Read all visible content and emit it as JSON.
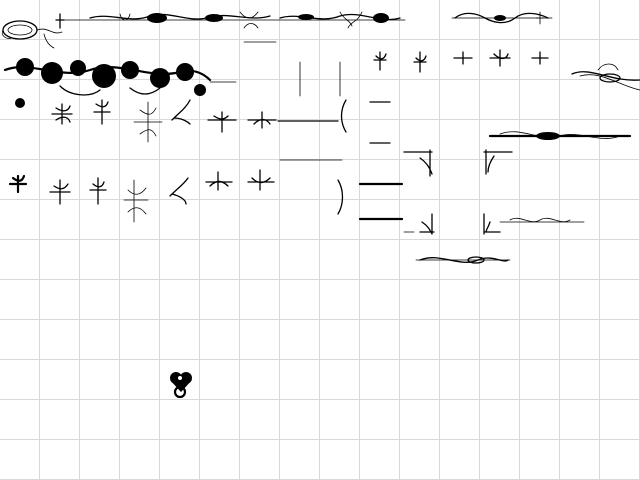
{
  "canvas": {
    "background_color": "#ffffff",
    "grid_color": "#d9d9d9",
    "ink_color": "#000000"
  },
  "ornaments": [
    "oval-cartouche-ornament",
    "top-scroll-border-ornament",
    "scroll-divider-ornament-top-right",
    "floral-garland-ornament",
    "fleur-de-lis-ornament",
    "corner-flourish-ornament",
    "thin-rule-ornament",
    "bracket-flourish-ornament",
    "long-scroll-divider-ornament",
    "small-heart-ornament"
  ]
}
